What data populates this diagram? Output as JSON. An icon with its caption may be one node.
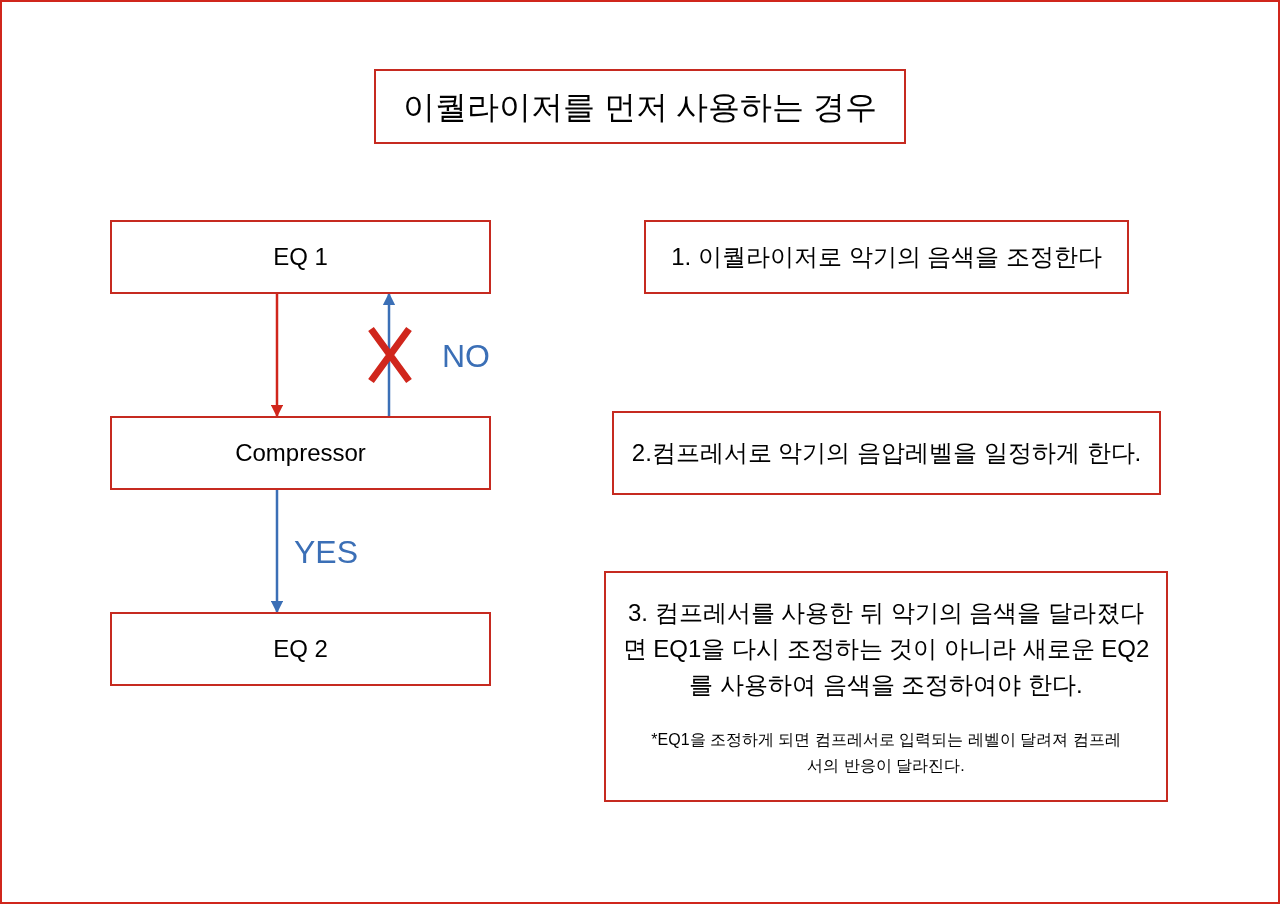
{
  "diagram": {
    "title": "이퀄라이저를 먼저 사용하는 경우",
    "nodes": [
      {
        "text": [
          "EQ 1"
        ]
      },
      {
        "text": [
          "Compressor"
        ]
      },
      {
        "text": [
          "EQ 2"
        ]
      },
      {
        "text": [
          "1. 이퀄라이저로 악기의 음색을 조정한다"
        ]
      },
      {
        "text": [
          "2.컴프레서로 악기의 음압레벨을 일정하게 한다."
        ]
      },
      {
        "text": [
          "3. 컴프레서를 사용한 뒤 악기의 음색을 달라졌다면 EQ1을 다시 조정하는 것이 아니라 새로운 EQ2를 사용하여 음색을 조정하여야 한다.",
          "*EQ1을 조정하게 되면 컴프레서로 입력되는 레벨이 달려져 컴프레서의 반응이 달라진다."
        ]
      }
    ],
    "edges": [
      {
        "from": 0,
        "to": 1,
        "arrow": "to",
        "color": "#d0261c"
      },
      {
        "from": 1,
        "to": 0,
        "arrow": "to",
        "label": "NO"
      },
      {
        "from": 1,
        "to": 2,
        "arrow": "to",
        "label": "YES"
      }
    ]
  }
}
